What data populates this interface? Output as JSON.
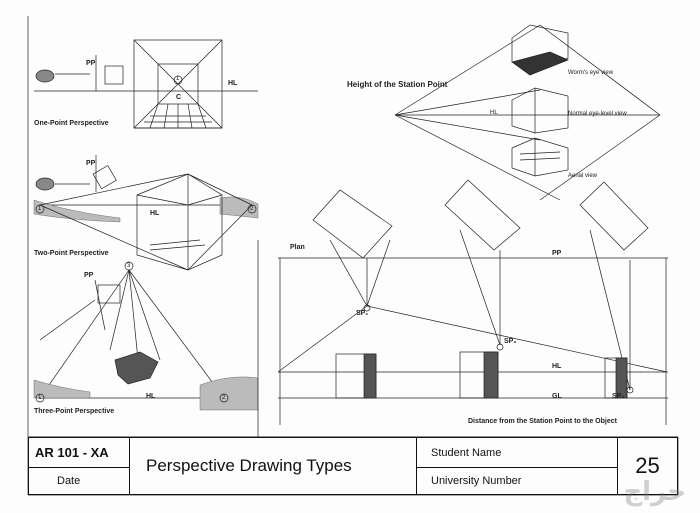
{
  "labels": {
    "pp_one": "PP",
    "hl_one": "HL",
    "c_label": "C",
    "one_point": "One-Point Perspective",
    "pp_two": "PP",
    "hl_two": "HL",
    "two_point": "Two-Point Perspective",
    "pp_three": "PP",
    "hl_three": "HL",
    "three_point": "Three-Point Perspective",
    "station_height": "Height of the Station Point",
    "hl_station": "HL",
    "worms_eye": "Worm's eye view",
    "normal_eye": "Normal eye-level view",
    "aerial": "Aerial view",
    "plan": "Plan",
    "pp_bottom": "PP",
    "hl_bottom": "HL",
    "gl_bottom": "GL",
    "sp1": "SP₁",
    "sp2": "SP₂",
    "sp3": "SP₃",
    "distance_caption": "Distance from the Station Point to the Object",
    "circle_1": "1",
    "circle_2": "2",
    "circle_3": "3"
  },
  "title_block": {
    "course": "AR 101 - XA",
    "date": "Date",
    "title": "Perspective Drawing Types",
    "student": "Student Name",
    "university": "University Number",
    "sheet_number": "25"
  },
  "watermark": "حراج"
}
